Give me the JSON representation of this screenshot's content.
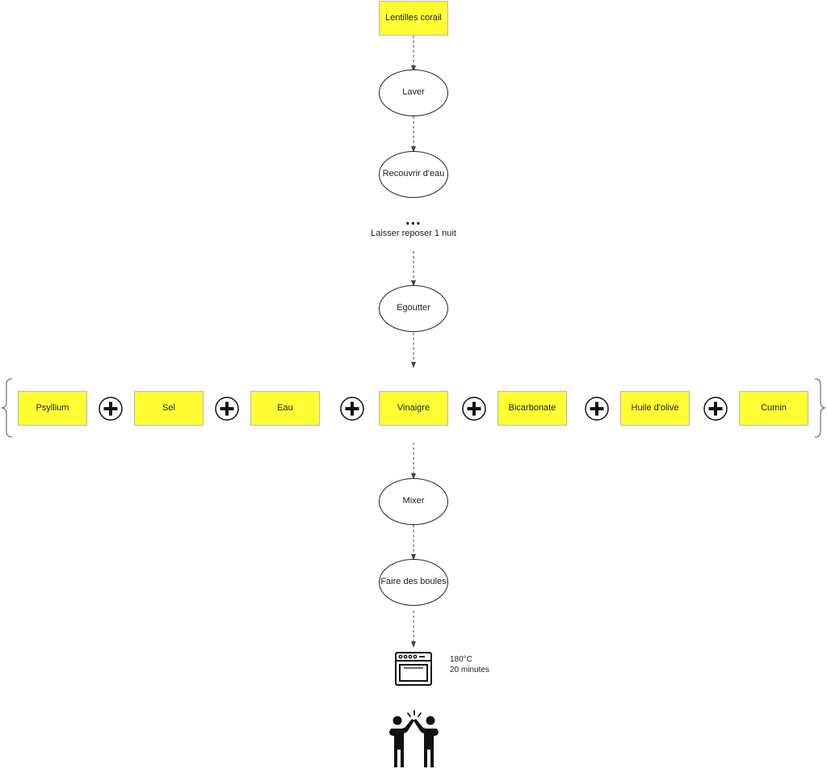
{
  "diagram": {
    "ingredient_start": "Lentilles corail",
    "steps": {
      "wash": "Laver",
      "cover": "Recouvrir d'eau",
      "rest_dots": "...",
      "rest_note": "Laisser reposer 1 nuit",
      "drain": "Egoutter",
      "mix": "Mixer",
      "shape": "Faire des boules"
    },
    "ingredients": [
      "Psyllium",
      "Sel",
      "Eau",
      "Vinaigre",
      "Bicarbonate",
      "Huile d'olive",
      "Cumin"
    ],
    "oven": {
      "temperature": "180°C",
      "duration": "20 minutes"
    },
    "icons": {
      "oven": "oven-icon",
      "celebration": "high-five-icon",
      "plus": "plus-circle-icon"
    },
    "colors": {
      "ingredient_fill": "#ffff33",
      "ingredient_border": "#b8b8b8",
      "edge": "#444444"
    }
  }
}
